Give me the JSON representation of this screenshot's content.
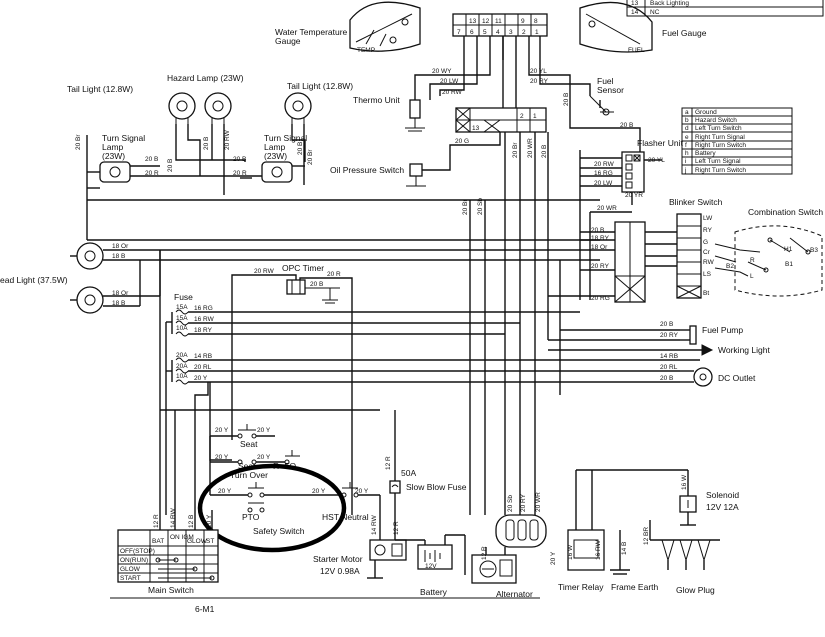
{
  "components": {
    "water_temp_gauge": "Water Temperature Gauge",
    "fuel_gauge": "Fuel Gauge",
    "tail_light_left": "Tail Light (12.8W)",
    "tail_light_right": "Tail Light (12.8W)",
    "hazard_lamp": "Hazard Lamp (23W)",
    "turn_signal_left": "Turn Signal Lamp (23W)",
    "turn_signal_right": "Turn Signal Lamp (23W)",
    "thermo_unit": "Thermo Unit",
    "oil_pressure_switch": "Oil Pressure Switch",
    "fuel_sensor": "Fuel Sensor",
    "flasher_unit": "Flasher Unit",
    "blinker_switch": "Blinker Switch",
    "combination_switch": "Combination Switch",
    "head_light": "ead Light (37.5W)",
    "opc_timer": "OPC Timer",
    "fuse": "Fuse",
    "fuel_pump": "Fuel Pump",
    "working_light": "Working Light",
    "dc_outlet": "DC Outlet",
    "seat": "Seat",
    "seat_turn_over": "Seat Turn Over",
    "reverse": "R- FO",
    "pto": "PTO",
    "safety_switch": "Safety Switch",
    "hst_neutral": "HST Neutral",
    "slow_blow_fuse": "Slow Blow Fuse",
    "slow_blow_rating": "50A",
    "solenoid": "Solenoid",
    "solenoid_rating": "12V 12A",
    "starter_motor": "Starter Motor",
    "starter_rating": "12V 0.98A",
    "battery": "Battery",
    "battery_rating": "12V",
    "alternator": "Alternator",
    "timer_relay": "Timer Relay",
    "frame_earth": "Frame Earth",
    "glow_plug": "Glow Plug",
    "main_switch": "Main Switch",
    "temp_mark": "TEMP",
    "fuel_mark": "FUEL"
  },
  "page_label": "6-M1",
  "top_legend": [
    {
      "num": "13",
      "name": "Back Lighting"
    },
    {
      "num": "14",
      "name": "NC"
    }
  ],
  "gauge_pins": {
    "top": [
      "13",
      "12",
      "11",
      "",
      "9",
      "8"
    ],
    "bottom": [
      "7",
      "6",
      "5",
      "4",
      "3",
      "2",
      "1"
    ]
  },
  "fuse_ratings": [
    "15A",
    "15A",
    "10A",
    "20A",
    "20A",
    "10A"
  ],
  "fuse_wires": [
    "16 RG",
    "16 RW",
    "18 RY",
    "14 RB",
    "20 RL",
    "20 Y"
  ],
  "flasher_legend": [
    {
      "code": "a",
      "name": "Ground"
    },
    {
      "code": "b",
      "name": "Hazard Switch"
    },
    {
      "code": "d",
      "name": "Left Turn Switch"
    },
    {
      "code": "e",
      "name": "Right Turn Signal"
    },
    {
      "code": "f",
      "name": "Right Turn Switch"
    },
    {
      "code": "h",
      "name": "Battery"
    },
    {
      "code": "i",
      "name": "Left Turn Signal"
    },
    {
      "code": "j",
      "name": "Right Turn Switch"
    }
  ],
  "main_switch_table": {
    "headers": [
      "BAT",
      "ON IGM",
      "GLOW",
      "ST"
    ],
    "rows": [
      "OFF(STOP)",
      "ON(RUN)",
      "GLOW",
      "START"
    ]
  },
  "blinker_terminals": [
    "LW",
    "RY",
    "G",
    "Cr",
    "RW",
    "LS",
    "Bt"
  ],
  "combination_labels": [
    "H1",
    "B1",
    "B3",
    "B2",
    "R",
    "L"
  ],
  "wire_labels": {
    "w_20wy": "20 WY",
    "w_20lw": "20 LW",
    "w_20rw": "20 RW",
    "w_20g": "20 G",
    "w_20yl": "20 YL",
    "w_20ry": "20 RY",
    "w_20b": "20 B",
    "w_20br": "20 Br",
    "w_20wr": "20 WR",
    "w_16rg": "16 RG",
    "w_20ls": "20 LW",
    "w_20yr": "20 YR",
    "w_18or": "18 Or",
    "w_18b": "18 B",
    "w_20r": "20 R",
    "w_20y": "20 Y",
    "w_12r": "12 R",
    "w_14rw": "14 RW",
    "w_12b": "12 B",
    "w_16w": "16 W",
    "w_16rw": "16 RW",
    "w_14b": "14 B",
    "w_12br": "12 BR",
    "w_20sb": "20 Sb",
    "w_18ry": "18 RY",
    "w_14rb": "14 RB",
    "w_20rl": "20 RL",
    "w_20rg": "20 RG"
  },
  "pin_numbers": [
    "2",
    "1",
    "13"
  ]
}
